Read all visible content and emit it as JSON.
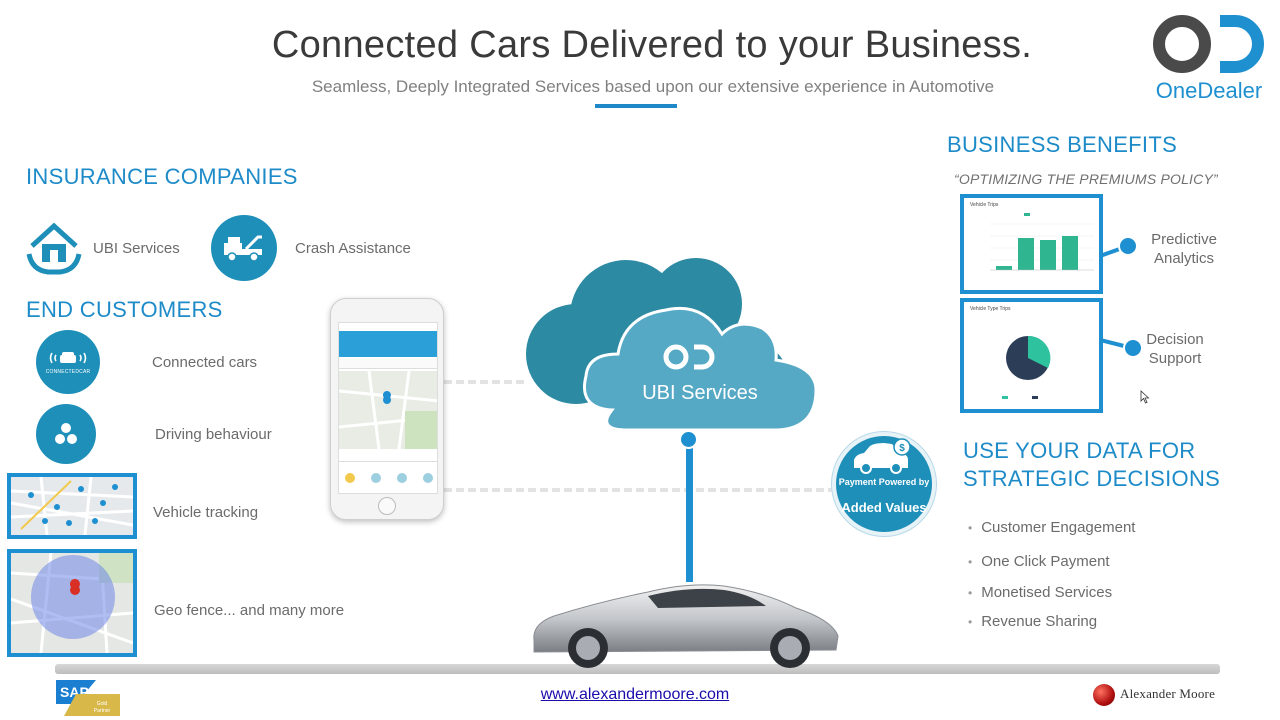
{
  "header": {
    "title": "Connected Cars Delivered to your Business.",
    "subtitle": "Seamless, Deeply Integrated Services based upon our extensive experience in Automotive"
  },
  "brand": {
    "logo_text": "OneDealer",
    "accent_color": "#1e8fd0"
  },
  "insurance": {
    "heading": "INSURANCE COMPANIES",
    "items": [
      {
        "label": "UBI Services",
        "icon": "house-hands-icon"
      },
      {
        "label": "Crash Assistance",
        "icon": "tow-truck-icon"
      }
    ]
  },
  "end_customers": {
    "heading": "END CUSTOMERS",
    "items": [
      {
        "label": "Connected cars",
        "icon": "connected-car-icon",
        "icon_caption": "CONNECTEDCAR"
      },
      {
        "label": "Driving behaviour",
        "icon": "driver-icon"
      },
      {
        "label": "Vehicle tracking",
        "icon": "map-thumbnail"
      },
      {
        "label": "Geo fence... and many more",
        "icon": "geofence-map-thumbnail"
      }
    ]
  },
  "center": {
    "cloud_label": "UBI Services",
    "payment": {
      "line1": "Payment Powered by",
      "line2": "Added Values"
    }
  },
  "business": {
    "heading": "BUSINESS BENEFITS",
    "quote": "“OPTIMIZING THE PREMIUMS POLICY”",
    "cards": [
      {
        "chart_title": "Vehicle Trips",
        "label": "Predictive Analytics"
      },
      {
        "chart_title": "Vehicle Type Trips",
        "label": "Decision Support"
      }
    ]
  },
  "strategy": {
    "heading_line1": "USE YOUR DATA FOR",
    "heading_line2": "STRATEGIC DECISIONS",
    "bullets": [
      "Customer Engagement",
      "One Click Payment",
      "Monetised Services",
      "Revenue Sharing"
    ]
  },
  "footer": {
    "url": "www.alexandermoore.com",
    "company": "Alexander Moore",
    "sap_label": "SAP",
    "sap_badge": "Gold Partner"
  }
}
